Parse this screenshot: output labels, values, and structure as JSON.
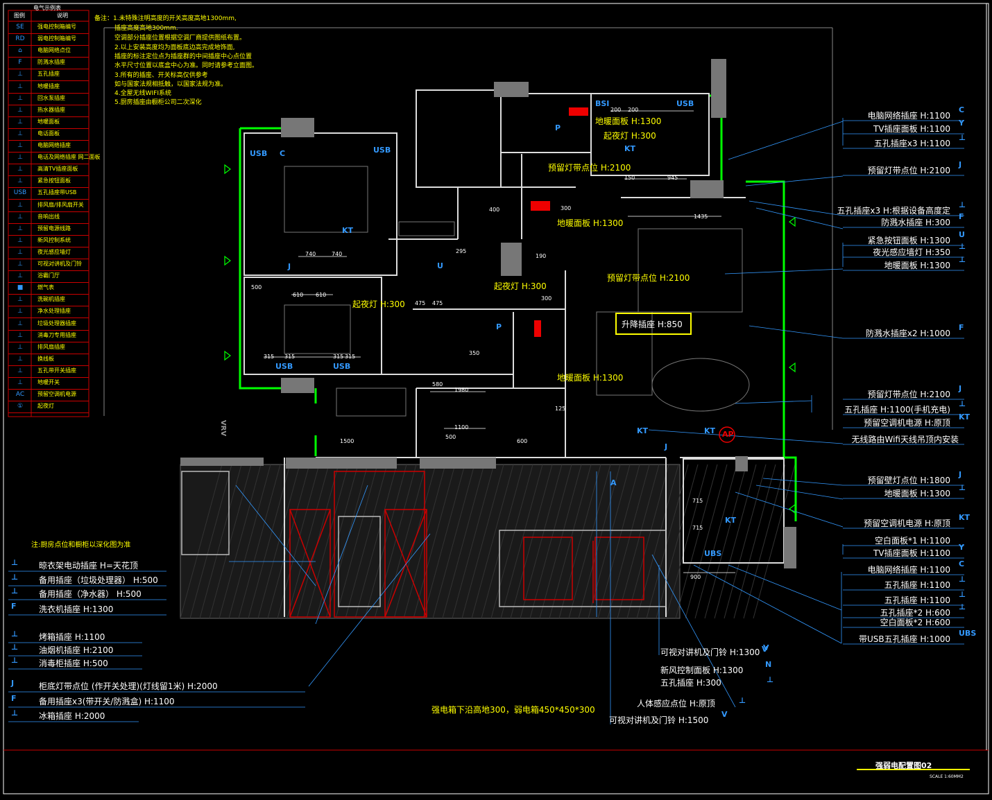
{
  "legend": {
    "header": [
      "图例",
      "说明"
    ],
    "title": "电气示例表",
    "items": [
      {
        "sym": "SE",
        "label": "强电控制箱编号"
      },
      {
        "sym": "RD",
        "label": "弱电控制箱编号"
      },
      {
        "sym": "⌂",
        "label": "电脑网络点位"
      },
      {
        "sym": "F",
        "label": "防溅水插座"
      },
      {
        "sym": "⊥",
        "label": "五孔插座"
      },
      {
        "sym": "⊥",
        "label": "地暖插座"
      },
      {
        "sym": "⊥",
        "label": "回水泵插座"
      },
      {
        "sym": "⊥",
        "label": "热水器插座"
      },
      {
        "sym": "⊥",
        "label": "地暖面板"
      },
      {
        "sym": "⊥",
        "label": "电话面板"
      },
      {
        "sym": "⊥",
        "label": "电脑网络插座"
      },
      {
        "sym": "⊥",
        "label": "电话及网络插座 网二面板"
      },
      {
        "sym": "⊥",
        "label": "高清TV插座面板"
      },
      {
        "sym": "⊥",
        "label": "紧急按钮面板"
      },
      {
        "sym": "USB",
        "label": "五孔插座带USB"
      },
      {
        "sym": "⊥",
        "label": "排风扇/排风扇开关"
      },
      {
        "sym": "⊥",
        "label": "音响出线"
      },
      {
        "sym": "⊥",
        "label": "预留电源线路"
      },
      {
        "sym": "⊥",
        "label": "新风控制系统"
      },
      {
        "sym": "⊥",
        "label": "夜光感应墙灯"
      },
      {
        "sym": "⊥",
        "label": "可视对讲机及门铃"
      },
      {
        "sym": "⊥",
        "label": "浴霸门厅"
      },
      {
        "sym": "■",
        "label": "燃气表"
      },
      {
        "sym": "⊥",
        "label": "洗碗机插座"
      },
      {
        "sym": "⊥",
        "label": "净水处理插座"
      },
      {
        "sym": "⊥",
        "label": "垃圾处理器插座"
      },
      {
        "sym": "⊥",
        "label": "消毒刀专用插座"
      },
      {
        "sym": "⊥",
        "label": "排风扇插座"
      },
      {
        "sym": "⊥",
        "label": "换线板"
      },
      {
        "sym": "⊥",
        "label": "五孔带开关插座"
      },
      {
        "sym": "⊥",
        "label": "地暖开关"
      },
      {
        "sym": "AC",
        "label": "预留空调机电源"
      },
      {
        "sym": "①",
        "label": "起夜灯"
      }
    ]
  },
  "notes": [
    "备注：1.未特殊注明高度的开关高度高地1300mm,",
    "插座高度高地300mm.",
    "空调部分插座位置根据空调厂商提供图纸布置。",
    "2.以上安装高度均为面板底边高完成地饰面,",
    "插座的标注定位点为插座群的中间插座中心点位置",
    "水平尺寸位置以底盒中心为准。同时请参考立面图。",
    "3.所有的插座、开关标高仅供参考",
    "如与国家法规相抵触，以国家法规为准。",
    "4.全屋无线WIFI系统",
    "5.厨房插座由橱柜公司二次深化"
  ],
  "right_callouts": [
    {
      "text": "电脑网络插座 H:1100",
      "sym": "C"
    },
    {
      "text": "TV插座面板 H:1100",
      "sym": "Y"
    },
    {
      "text": "五孔插座x3 H:1100",
      "sym": "⊥"
    },
    {
      "text": "预留灯带点位 H:2100",
      "sym": "J"
    },
    {
      "text": "五孔插座x3 H:根据设备高度定",
      "sym": "⊥"
    },
    {
      "text": "防溅水插座 H:300",
      "sym": "F"
    },
    {
      "text": "紧急按钮面板 H:1300",
      "sym": "U"
    },
    {
      "text": "夜光感应墙灯 H:350",
      "sym": "⊥"
    },
    {
      "text": "地暖面板 H:1300",
      "sym": "⊥"
    },
    {
      "text": "防溅水插座x2 H:1000",
      "sym": "F"
    },
    {
      "text": "预留灯带点位 H:2100",
      "sym": "J"
    },
    {
      "text": "五孔插座 H:1100(手机充电)",
      "sym": "⊥"
    },
    {
      "text": "预留空调机电源 H:原顶",
      "sym": "KT"
    },
    {
      "text": "无线路由Wifi天线吊顶内安装",
      "sym": ""
    },
    {
      "text": "预留壁灯点位 H:1800",
      "sym": "J"
    },
    {
      "text": "地暖面板 H:1300",
      "sym": "⊥"
    },
    {
      "text": "预留空调机电源 H:原顶",
      "sym": "KT"
    },
    {
      "text": "空白面板*1 H:1100",
      "sym": ""
    },
    {
      "text": "TV插座面板 H:1100",
      "sym": "Y"
    },
    {
      "text": "电脑网络插座 H:1100",
      "sym": "C"
    },
    {
      "text": "五孔插座 H:1100",
      "sym": "⊥"
    },
    {
      "text": "五孔插座 H:1100",
      "sym": "⊥"
    },
    {
      "text": "五孔插座*2 H:600",
      "sym": "⊥"
    },
    {
      "text": "空白面板*2 H:600",
      "sym": ""
    },
    {
      "text": "带USB五孔插座  H:1000",
      "sym": "UBS"
    }
  ],
  "left_bottom": {
    "kitchen_note": "注:厨房点位和橱柜以深化图为准",
    "items": [
      {
        "text": "晾衣架电动插座 H=天花顶",
        "sym": "⊥"
      },
      {
        "text": "备用插座（垃圾处理器） H:500",
        "sym": "⊥"
      },
      {
        "text": "备用插座（净水器）  H:500",
        "sym": "⊥"
      },
      {
        "text": "洗衣机插座 H:1300",
        "sym": "F"
      },
      {
        "text": "烤箱插座 H:1100",
        "sym": "⊥"
      },
      {
        "text": "油烟机插座 H:2100",
        "sym": "⊥"
      },
      {
        "text": "消毒柜插座 H:500",
        "sym": "⊥"
      },
      {
        "text": "柜底灯带点位 (作开关处理)(灯线留1米)  H:2000",
        "sym": "J"
      },
      {
        "text": "备用插座x3(带开关/防溅盒) H:1100",
        "sym": "F"
      },
      {
        "text": "冰箱插座 H:2000",
        "sym": "⊥"
      }
    ]
  },
  "bottom_callouts": [
    {
      "text": "可视对讲机及门铃 H:1300",
      "sym": "V"
    },
    {
      "text": "新风控制面板 H:1300",
      "sym": "N"
    },
    {
      "text": "五孔插座 H:300",
      "sym": "⊥"
    },
    {
      "text": "人体感应点位 H:原顶",
      "sym": "⊥"
    },
    {
      "text": "可视对讲机及门铃 H:1500",
      "sym": "V"
    },
    {
      "text": "强电箱下沿高地300，弱电箱450*450*300",
      "sym": ""
    }
  ],
  "room_labels": [
    {
      "text": "地暖面板 H:1300"
    },
    {
      "text": "起夜灯 H:300"
    },
    {
      "text": "预留灯带点位 H:2100"
    },
    {
      "text": "地暖面板 H:1300"
    },
    {
      "text": "预留灯带点位 H:2100"
    },
    {
      "text": "起夜灯 H:300"
    },
    {
      "text": "起夜灯 H:300"
    },
    {
      "text": "地暖面板 H:1300"
    }
  ],
  "highlight_label": "升降插座 H:850",
  "dims": [
    "740",
    "740",
    "610",
    "610",
    "500",
    "475",
    "475",
    "315",
    "315",
    "315",
    "315",
    "295",
    "190",
    "400",
    "300",
    "200",
    "200",
    "150",
    "945",
    "1435",
    "580",
    "1980",
    "1500",
    "500",
    "1100",
    "600",
    "900",
    "125",
    "350",
    "715",
    "715",
    "300"
  ],
  "tags": [
    "USB",
    "USB",
    "USB",
    "USB",
    "KT",
    "KT",
    "KT",
    "KT",
    "KT",
    "UBS",
    "AP",
    "BSI",
    "USB",
    "A",
    "J",
    "J",
    "U",
    "P",
    "P",
    "C",
    "V",
    "VRV"
  ],
  "title_block": {
    "title": "强弱电配置图02",
    "scale": "SCALE 1:60MM2"
  },
  "colors": {
    "background": "#000000",
    "wall": "#ffffff",
    "green_wall": "#00ff00",
    "symbol": "#3399ff",
    "annotation": "#ffff00",
    "leader": "#3399ff",
    "border": "#ff0000",
    "hatch": "#cc0000"
  }
}
